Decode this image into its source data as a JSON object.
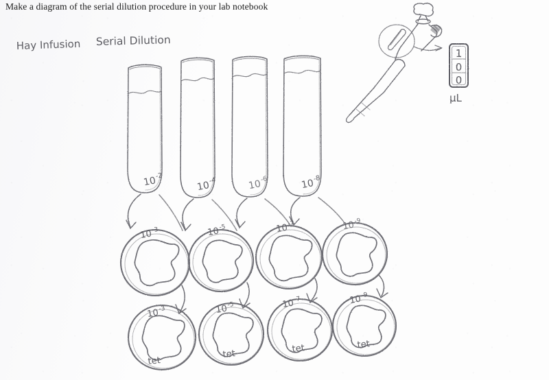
{
  "document": {
    "type": "scanned-lab-notebook-page",
    "paper_color": "#fdfdfd",
    "pencil_color": "#6a6a70"
  },
  "prompt": {
    "text": "Make a diagram of the serial dilution procedure in your lab notebook"
  },
  "heading": {
    "line1": "Hay Infusion",
    "line2": "Serial Dilution"
  },
  "tubes": {
    "section_name": "test-tube-row",
    "count": 4,
    "items": [
      {
        "label": "10",
        "exponent": "-2",
        "liquid_level": "low"
      },
      {
        "label": "10",
        "exponent": "-4",
        "liquid_level": "mid"
      },
      {
        "label": "10",
        "exponent": "-6",
        "liquid_level": "high"
      },
      {
        "label": "10",
        "exponent": "-8",
        "liquid_level": "high"
      }
    ]
  },
  "plates_top": {
    "section_name": "petri-dish-row-plain",
    "count": 4,
    "items": [
      {
        "label": "10",
        "exponent": "-3",
        "medium": ""
      },
      {
        "label": "10",
        "exponent": "-5",
        "medium": ""
      },
      {
        "label": "10",
        "exponent": "-7",
        "medium": ""
      },
      {
        "label": "10",
        "exponent": "-9",
        "medium": ""
      }
    ]
  },
  "plates_bottom": {
    "section_name": "petri-dish-row-tet",
    "count": 4,
    "items": [
      {
        "label": "10",
        "exponent": "-3",
        "medium": "tet"
      },
      {
        "label": "10",
        "exponent": "-5",
        "medium": "tet"
      },
      {
        "label": "10",
        "exponent": "-7",
        "medium": "tet"
      },
      {
        "label": "10",
        "exponent": "-9",
        "medium": "tet"
      }
    ]
  },
  "pipette": {
    "name": "micropipette",
    "callout": {
      "digits": [
        "1",
        "0",
        "0"
      ],
      "unit": "μL"
    }
  }
}
